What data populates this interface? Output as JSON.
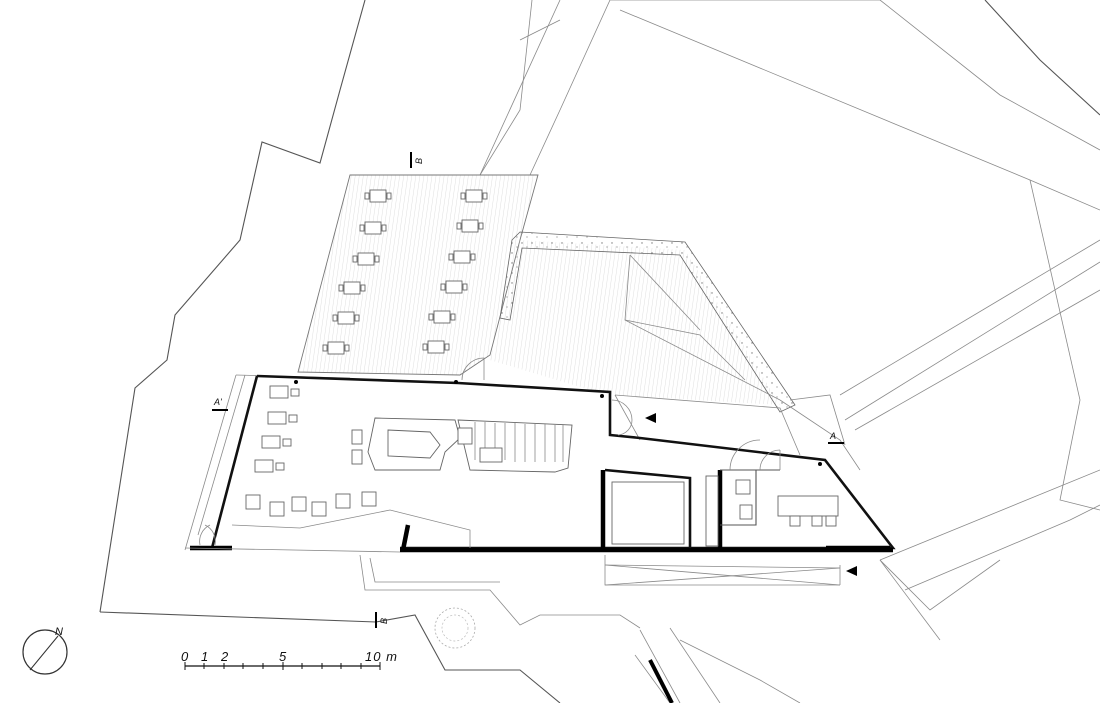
{
  "section_markers": {
    "a_left": "A'",
    "a_right": "A",
    "b_top": "B",
    "b_bottom": "B"
  },
  "north": {
    "label": "N"
  },
  "scale_bar": {
    "labels": [
      "0",
      "1",
      "2",
      "5",
      "10 m"
    ]
  },
  "icons": {
    "north_arrow": "compass-icon",
    "entrance_arrow": "triangle-arrow-icon"
  }
}
